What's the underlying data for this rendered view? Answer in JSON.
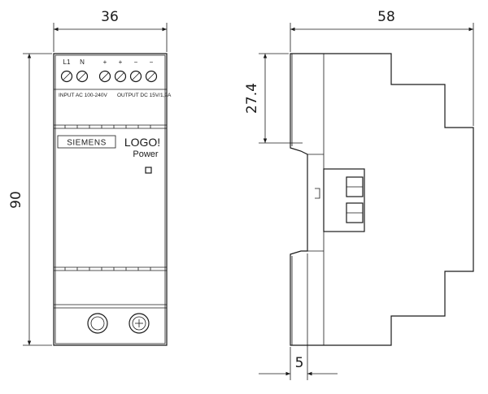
{
  "dimensions": {
    "width_front": "36",
    "height_front": "90",
    "depth_side": "58",
    "terminal_height": "27.4",
    "offset_side": "5"
  },
  "terminals": {
    "labels": [
      "L1",
      "N",
      "+",
      "+",
      "−",
      "−"
    ],
    "input_text": "INPUT AC 100-240V",
    "output_text": "OUTPUT DC 15V/1,9A"
  },
  "front_panel": {
    "brand": "SIEMENS",
    "product_line1": "LOGO!",
    "product_line2": "Power"
  }
}
